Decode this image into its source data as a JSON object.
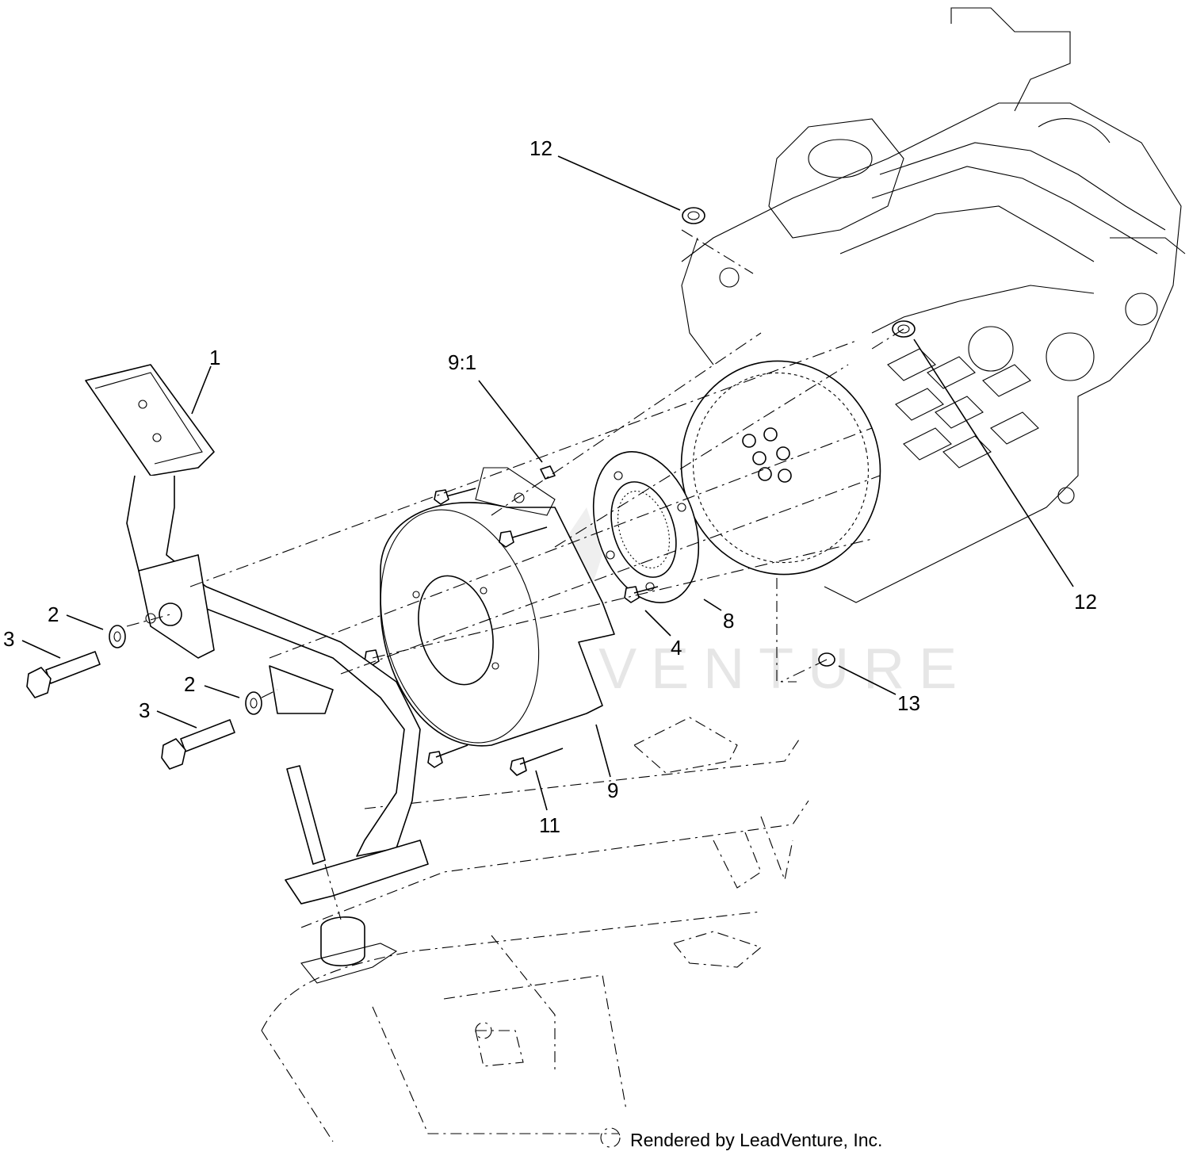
{
  "diagram": {
    "callouts": [
      {
        "id": "c1",
        "text": "1"
      },
      {
        "id": "c2a",
        "text": "2"
      },
      {
        "id": "c2b",
        "text": "2"
      },
      {
        "id": "c3a",
        "text": "3"
      },
      {
        "id": "c3b",
        "text": "3"
      },
      {
        "id": "c4",
        "text": "4"
      },
      {
        "id": "c8",
        "text": "8"
      },
      {
        "id": "c9",
        "text": "9"
      },
      {
        "id": "c91",
        "text": "9:1"
      },
      {
        "id": "c11",
        "text": "11"
      },
      {
        "id": "c12a",
        "text": "12"
      },
      {
        "id": "c12b",
        "text": "12"
      },
      {
        "id": "c13",
        "text": "13"
      }
    ],
    "watermark": "LEADVENTURE",
    "credit": "Rendered by LeadVenture, Inc."
  }
}
